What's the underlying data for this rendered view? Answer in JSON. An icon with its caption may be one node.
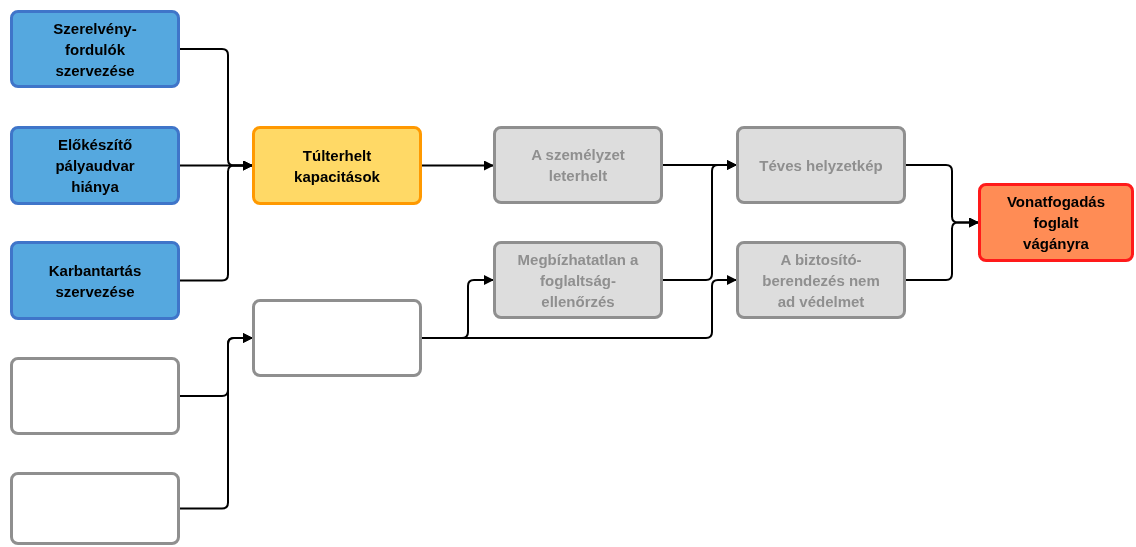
{
  "diagram": {
    "nodes": [
      {
        "text": [
          "Szerelvény-fordulók szervezése"
        ]
      },
      {
        "text": [
          "Előkészítő pályaudvar hiánya"
        ]
      },
      {
        "text": [
          "Karbantartás szervezése"
        ]
      },
      {
        "text": [],
        "shape": "box"
      },
      {
        "text": [],
        "shape": "box"
      },
      {
        "text": [
          "Túlterhelt kapacitások"
        ]
      },
      {
        "text": [],
        "shape": "box"
      },
      {
        "text": [
          "A személyzet leterhelt"
        ]
      },
      {
        "text": [
          "Megbízhatatlan a foglaltság-ellenőrzés"
        ]
      },
      {
        "text": [
          "Téves helyzetkép"
        ]
      },
      {
        "text": [
          "A biztosító-berendezés nem ad védelmet"
        ]
      },
      {
        "text": [
          "Vonatfogadás foglalt vágányra"
        ]
      }
    ],
    "edges": [
      {
        "from": 0,
        "to": 5,
        "arrow": "to"
      },
      {
        "from": 1,
        "to": 5,
        "arrow": "to"
      },
      {
        "from": 2,
        "to": 5,
        "arrow": "to"
      },
      {
        "from": 3,
        "to": 6,
        "arrow": "to"
      },
      {
        "from": 4,
        "to": 6,
        "arrow": "to"
      },
      {
        "from": 5,
        "to": 7,
        "arrow": "to"
      },
      {
        "from": 6,
        "to": 8,
        "arrow": "to"
      },
      {
        "from": 6,
        "to": 10,
        "arrow": "to"
      },
      {
        "from": 7,
        "to": 9,
        "arrow": "to"
      },
      {
        "from": 8,
        "to": 9,
        "arrow": "to"
      },
      {
        "from": 9,
        "to": 11,
        "arrow": "to"
      },
      {
        "from": 10,
        "to": 11,
        "arrow": "to"
      }
    ]
  }
}
